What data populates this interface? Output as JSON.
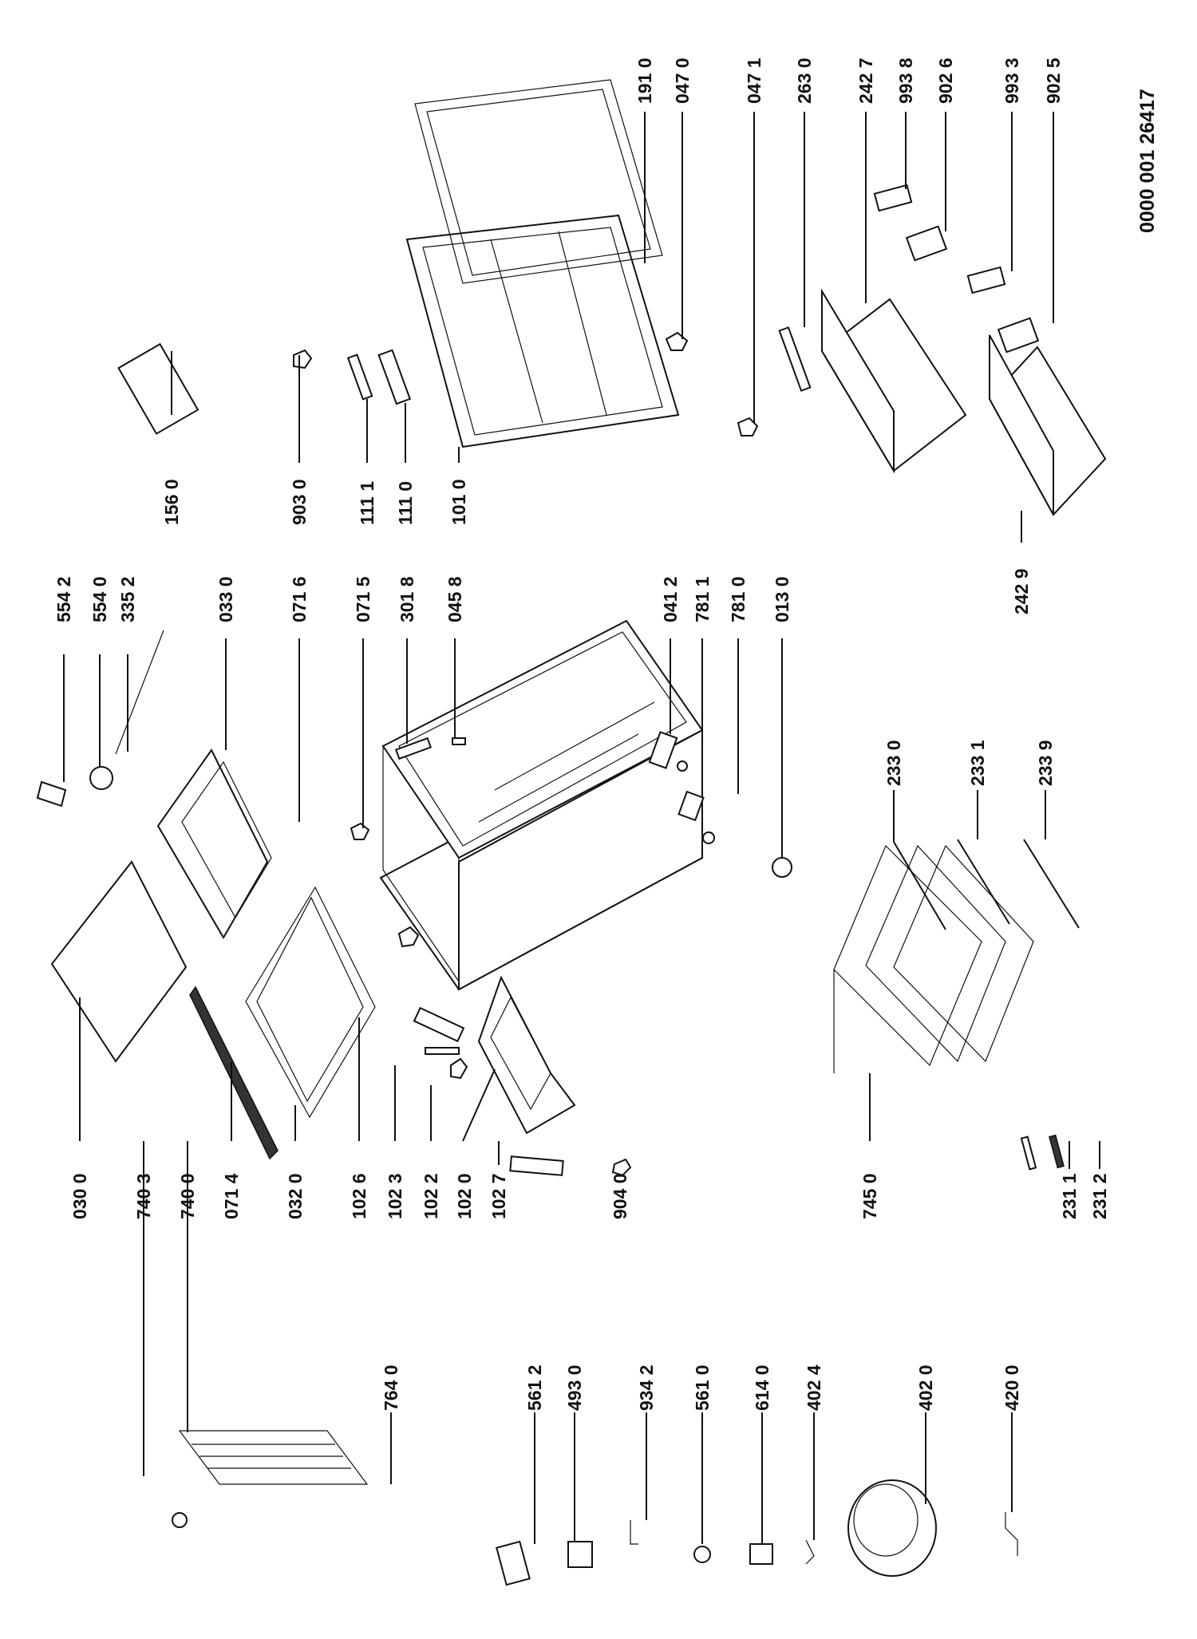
{
  "document_number": "0000 001 26417",
  "labels": [
    {
      "id": "l030-0",
      "text": "030 0"
    },
    {
      "id": "l740-3",
      "text": "740 3"
    },
    {
      "id": "l740-0",
      "text": "740 0"
    },
    {
      "id": "l071-4",
      "text": "071 4"
    },
    {
      "id": "l032-0",
      "text": "032 0"
    },
    {
      "id": "l102-6",
      "text": "102 6"
    },
    {
      "id": "l102-3",
      "text": "102 3"
    },
    {
      "id": "l102-2",
      "text": "102 2"
    },
    {
      "id": "l102-0",
      "text": "102 0"
    },
    {
      "id": "l102-7",
      "text": "102 7"
    },
    {
      "id": "l904-0",
      "text": "904 0"
    },
    {
      "id": "l745-0",
      "text": "745 0"
    },
    {
      "id": "l231-1",
      "text": "231 1"
    },
    {
      "id": "l231-2",
      "text": "231 2"
    },
    {
      "id": "l764-0",
      "text": "764 0"
    },
    {
      "id": "l561-2",
      "text": "561 2"
    },
    {
      "id": "l493-0",
      "text": "493 0"
    },
    {
      "id": "l934-2",
      "text": "934 2"
    },
    {
      "id": "l561-0",
      "text": "561 0"
    },
    {
      "id": "l614-0",
      "text": "614 0"
    },
    {
      "id": "l402-4",
      "text": "402 4"
    },
    {
      "id": "l402-0",
      "text": "402 0"
    },
    {
      "id": "l420-0",
      "text": "420 0"
    },
    {
      "id": "l554-2",
      "text": "554 2"
    },
    {
      "id": "l554-0",
      "text": "554 0"
    },
    {
      "id": "l335-2",
      "text": "335 2"
    },
    {
      "id": "l033-0",
      "text": "033 0"
    },
    {
      "id": "l071-6",
      "text": "071 6"
    },
    {
      "id": "l071-5",
      "text": "071 5"
    },
    {
      "id": "l301-8",
      "text": "301 8"
    },
    {
      "id": "l045-8",
      "text": "045 8"
    },
    {
      "id": "l041-2",
      "text": "041 2"
    },
    {
      "id": "l781-1",
      "text": "781 1"
    },
    {
      "id": "l781-0",
      "text": "781 0"
    },
    {
      "id": "l013-0",
      "text": "013 0"
    },
    {
      "id": "l233-0",
      "text": "233 0"
    },
    {
      "id": "l233-1",
      "text": "233 1"
    },
    {
      "id": "l233-9",
      "text": "233 9"
    },
    {
      "id": "l156-0",
      "text": "156 0"
    },
    {
      "id": "l903-0",
      "text": "903 0"
    },
    {
      "id": "l111-1",
      "text": "111 1"
    },
    {
      "id": "l111-0",
      "text": "111 0"
    },
    {
      "id": "l101-0",
      "text": "101 0"
    },
    {
      "id": "l191-0",
      "text": "191 0"
    },
    {
      "id": "l047-0",
      "text": "047 0"
    },
    {
      "id": "l047-1",
      "text": "047 1"
    },
    {
      "id": "l263-0",
      "text": "263 0"
    },
    {
      "id": "l242-7",
      "text": "242 7"
    },
    {
      "id": "l993-8",
      "text": "993 8"
    },
    {
      "id": "l902-6",
      "text": "902 6"
    },
    {
      "id": "l993-3",
      "text": "993 3"
    },
    {
      "id": "l902-5",
      "text": "902 5"
    },
    {
      "id": "l242-9",
      "text": "242 9"
    }
  ]
}
